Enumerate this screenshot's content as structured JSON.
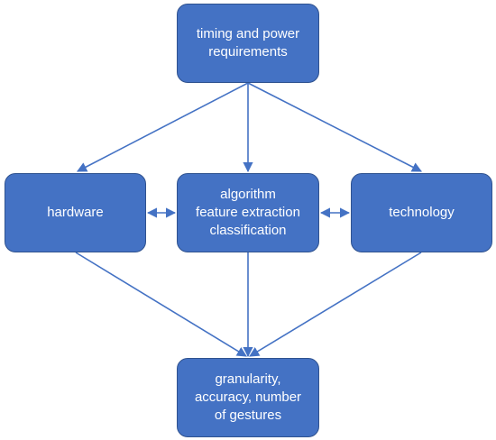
{
  "diagram": {
    "nodes": {
      "timing": "timing and power\nrequirements",
      "hardware": "hardware",
      "algorithm": "algorithm\nfeature extraction\nclassification",
      "technology": "technology",
      "output": "granularity,\naccuracy, number\nof gestures"
    },
    "edges": [
      {
        "from": "timing",
        "to": "hardware",
        "direction": "forward"
      },
      {
        "from": "timing",
        "to": "algorithm",
        "direction": "forward"
      },
      {
        "from": "timing",
        "to": "technology",
        "direction": "forward"
      },
      {
        "from": "hardware",
        "to": "algorithm",
        "direction": "bidirectional"
      },
      {
        "from": "algorithm",
        "to": "technology",
        "direction": "bidirectional"
      },
      {
        "from": "hardware",
        "to": "output",
        "direction": "forward"
      },
      {
        "from": "algorithm",
        "to": "output",
        "direction": "forward"
      },
      {
        "from": "technology",
        "to": "output",
        "direction": "forward"
      }
    ],
    "colors": {
      "node_fill": "#4472c4",
      "node_border": "#2f528f",
      "edge": "#4472c4",
      "text": "#ffffff"
    }
  }
}
